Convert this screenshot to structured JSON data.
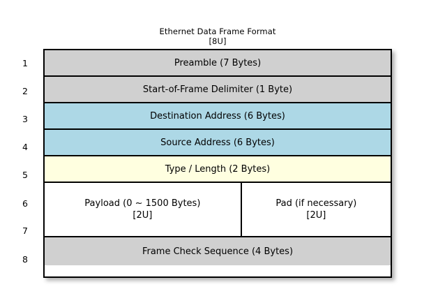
{
  "title": {
    "main": "Ethernet Data Frame Format",
    "sub": "[8U]"
  },
  "colors": {
    "gray": "#d0d0d0",
    "blue": "#add8e6",
    "yellow": "#ffffe0",
    "white": "#ffffff",
    "border": "#000000",
    "background": "#ffffff"
  },
  "row_numbers": [
    "1",
    "2",
    "3",
    "4",
    "5",
    "6",
    "7",
    "8"
  ],
  "frame": {
    "rows": [
      {
        "index": "1",
        "label": "Preamble (7 Bytes)",
        "fill": "gray",
        "split": false
      },
      {
        "index": "2",
        "label": "Start-of-Frame Delimiter (1 Byte)",
        "fill": "gray",
        "split": false
      },
      {
        "index": "3",
        "label": "Destination Address (6 Bytes)",
        "fill": "blue",
        "split": false
      },
      {
        "index": "4",
        "label": "Source Address (6 Bytes)",
        "fill": "blue",
        "split": false
      },
      {
        "index": "5",
        "label": "Type / Length (2 Bytes)",
        "fill": "yellow",
        "split": false
      },
      {
        "index": "6-7",
        "fill": "white",
        "split": true,
        "left": {
          "label": "Payload (0 ~ 1500 Bytes)\n[2U]"
        },
        "right": {
          "label": "Pad (if necessary)\n[2U]"
        }
      },
      {
        "index": "8",
        "label": "Frame Check Sequence (4 Bytes)",
        "fill": "gray",
        "split": false
      }
    ]
  }
}
